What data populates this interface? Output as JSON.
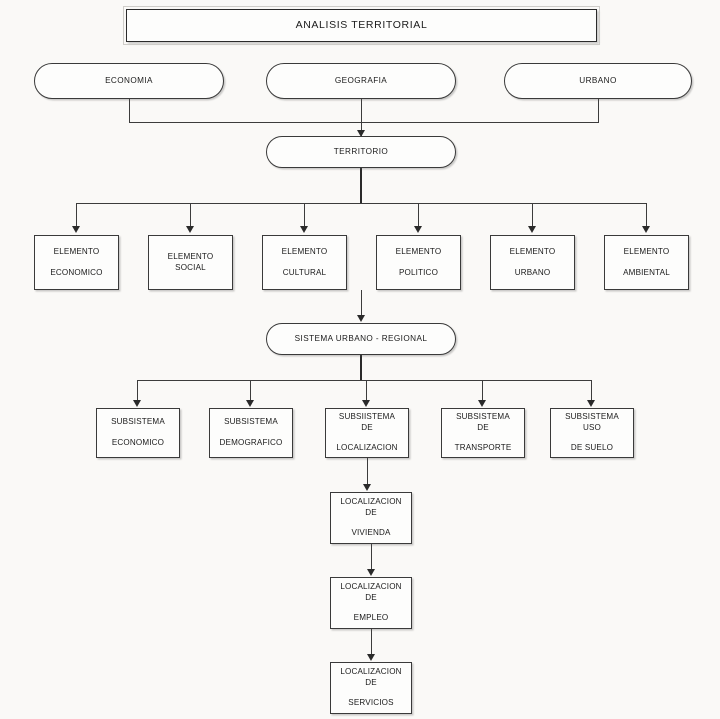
{
  "diagram": {
    "title": "ANALISIS TERRITORIAL",
    "type": "hierarchical-flowchart",
    "levels": {
      "level1": {
        "label": "ANALISIS TERRITORIAL",
        "shape": "rectangle-double-border"
      },
      "level2": {
        "shape": "rounded-pill",
        "nodes": [
          {
            "label": "ECONOMIA"
          },
          {
            "label": "GEOGRAFIA"
          },
          {
            "label": "URBANO"
          }
        ]
      },
      "level3": {
        "shape": "rounded-pill",
        "label": "TERRITORIO"
      },
      "level4": {
        "shape": "rectangle",
        "nodes": [
          {
            "line1": "ELEMENTO",
            "line2": "ECONOMICO"
          },
          {
            "line1": "ELEMENTO SOCIAL",
            "line2": ""
          },
          {
            "line1": "ELEMENTO",
            "line2": "CULTURAL"
          },
          {
            "line1": "ELEMENTO",
            "line2": "POLITICO"
          },
          {
            "line1": "ELEMENTO",
            "line2": "URBANO"
          },
          {
            "line1": "ELEMENTO",
            "line2": "AMBIENTAL"
          }
        ]
      },
      "level5": {
        "shape": "rounded-pill",
        "label": "SISTEMA URBANO - REGIONAL"
      },
      "level6": {
        "shape": "rectangle",
        "nodes": [
          {
            "line1": "SUBSISTEMA",
            "line2": "ECONOMICO"
          },
          {
            "line1": "SUBSISTEMA",
            "line2": "DEMOGRAFICO"
          },
          {
            "line1": "SUBSIISTEMA DE",
            "line2": "LOCALIZACION"
          },
          {
            "line1": "SUBSISTEMA DE",
            "line2": "TRANSPORTE"
          },
          {
            "line1": "SUBSISTEMA USO",
            "line2": "DE SUELO"
          }
        ]
      },
      "level7": {
        "shape": "rectangle",
        "chain": [
          {
            "line1": "LOCALIZACION DE",
            "line2": "VIVIENDA"
          },
          {
            "line1": "LOCALIZACION DE",
            "line2": "EMPLEO"
          },
          {
            "line1": "LOCALIZACION DE",
            "line2": "SERVICIOS"
          }
        ]
      }
    },
    "colors": {
      "background": "#faf9f7",
      "node_fill": "#fdfdfc",
      "node_border": "#3a3a3a",
      "connector": "#3c3c3c",
      "text": "#1b1b1b"
    }
  }
}
